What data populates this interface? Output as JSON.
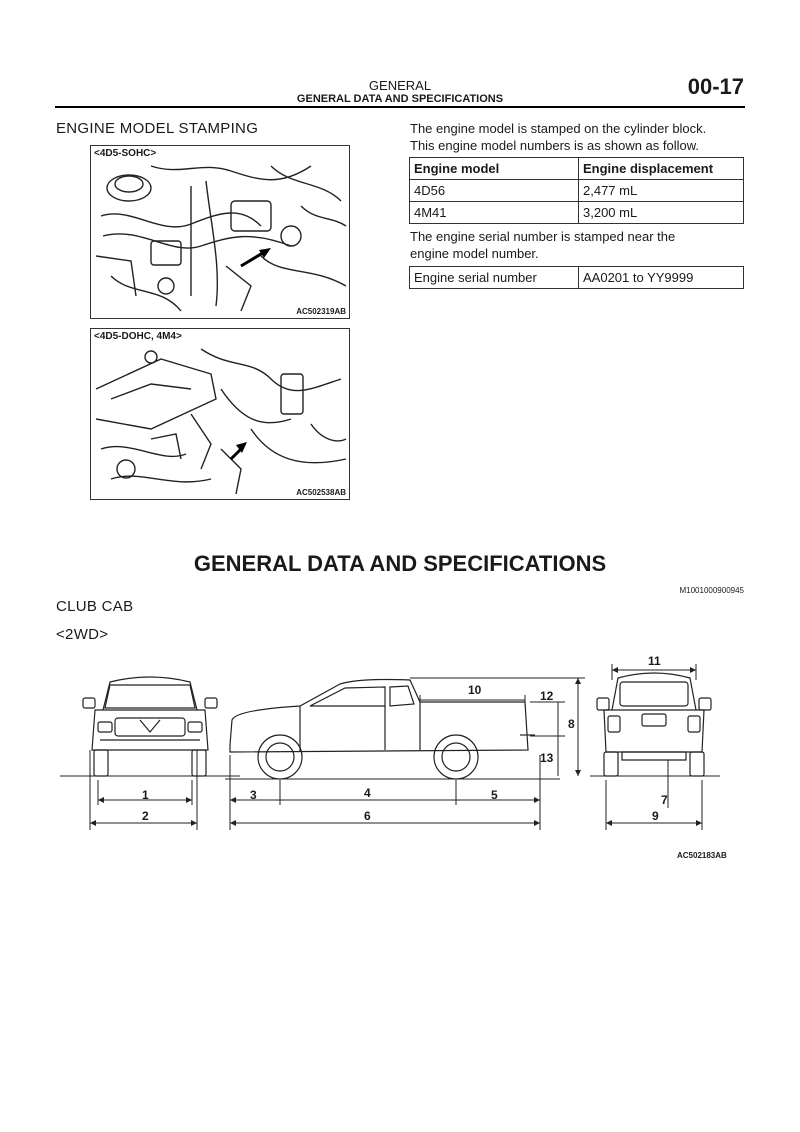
{
  "header": {
    "title": "GENERAL",
    "subtitle": "GENERAL DATA AND SPECIFICATIONS",
    "page_number": "00-17"
  },
  "engine_stamping": {
    "heading": "ENGINE MODEL STAMPING",
    "intro": [
      "The engine model is stamped on the cylinder block.",
      "This engine model numbers is as shown as follow."
    ],
    "model_table": {
      "headers": [
        "Engine model",
        "Engine displacement"
      ],
      "rows": [
        [
          "4D56",
          "2,477 mL"
        ],
        [
          "4M41",
          "3,200 mL"
        ]
      ]
    },
    "serial_intro": [
      "The engine serial number is stamped near the",
      "engine model number."
    ],
    "serial_table": {
      "rows": [
        [
          "Engine serial number",
          "AA0201 to YY9999"
        ]
      ]
    },
    "figures": [
      {
        "label": "<4D5-SOHC>",
        "code": "AC502319AB"
      },
      {
        "label": "<4D5-DOHC, 4M4>",
        "code": "AC502538AB"
      }
    ]
  },
  "general_data": {
    "title": "GENERAL DATA AND SPECIFICATIONS",
    "doc_code": "M1001000900945",
    "section": "CLUB CAB",
    "subsection": "<2WD>",
    "figure_code": "AC502183AB",
    "dimension_labels": {
      "d1": "1",
      "d2": "2",
      "d3": "3",
      "d4": "4",
      "d5": "5",
      "d6": "6",
      "d7": "7",
      "d8": "8",
      "d9": "9",
      "d10": "10",
      "d11": "11",
      "d12": "12",
      "d13": "13"
    }
  }
}
